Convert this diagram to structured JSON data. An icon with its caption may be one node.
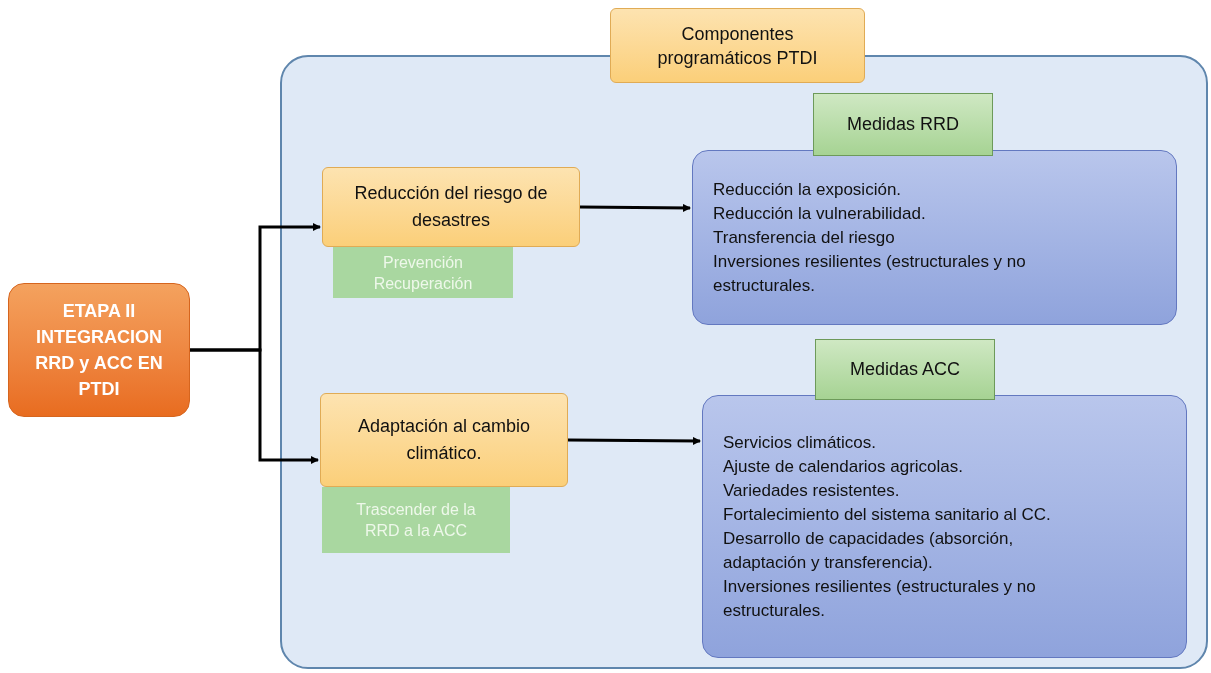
{
  "diagram": {
    "nodes": [
      {
        "text": [
          "ETAPA II INTEGRACION RRD y ACC EN PTDI"
        ]
      },
      {
        "text": [
          "Componentes programáticos PTDI"
        ]
      },
      {
        "text": [],
        "shape": "box"
      },
      {
        "text": [
          "Reducción del riesgo de desastres"
        ],
        "in": 2
      },
      {
        "text": [
          "Prevención Recuperación"
        ],
        "in": 2
      },
      {
        "text": [
          "Medidas RRD"
        ],
        "in": 2
      },
      {
        "text": [
          "Reducción la exposición.",
          "Reducción la vulnerabilidad.",
          "Transferencia del riesgo",
          "Inversiones resilientes (estructurales y no estructurales."
        ],
        "in": 2
      },
      {
        "text": [
          "Adaptación al cambio climático."
        ],
        "in": 2
      },
      {
        "text": [
          "Trascender de la RRD a la ACC"
        ],
        "in": 2
      },
      {
        "text": [
          "Medidas ACC"
        ],
        "in": 2
      },
      {
        "text": [
          "Servicios climáticos.",
          "Ajuste de calendarios agricolas.",
          "Variedades resistentes.",
          "Fortalecimiento del sistema sanitario al CC.",
          "Desarrollo de capacidades (absorción, adaptación y transferencia).",
          "Inversiones resilientes (estructurales y no estructurales."
        ],
        "in": 2
      }
    ],
    "edges": [
      {
        "from": 0,
        "to": 3,
        "arrow": "to"
      },
      {
        "from": 0,
        "to": 7,
        "arrow": "to"
      },
      {
        "from": 3,
        "to": 6,
        "arrow": "to"
      },
      {
        "from": 7,
        "to": 10,
        "arrow": "to"
      }
    ]
  }
}
